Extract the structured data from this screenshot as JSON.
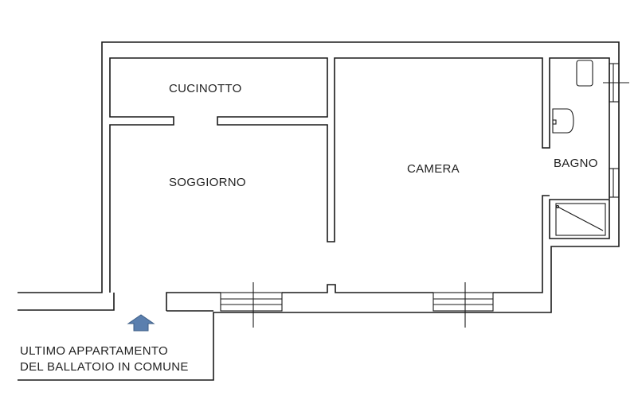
{
  "rooms": {
    "kitchenette": "CUCINOTTO",
    "living": "SOGGIORNO",
    "bedroom": "CAMERA",
    "bathroom": "BAGNO"
  },
  "entrance_note": {
    "line1": "ULTIMO APPARTAMENTO",
    "line2": "DEL BALLATOIO IN COMUNE"
  },
  "colors": {
    "wall": "#1a1a1a",
    "entrance_arrow": "#5b7fae"
  },
  "icons": {
    "entrance": "arrow-up-icon",
    "toilet": "toilet-icon",
    "sink": "sink-icon",
    "shower": "shower-tray-icon"
  }
}
